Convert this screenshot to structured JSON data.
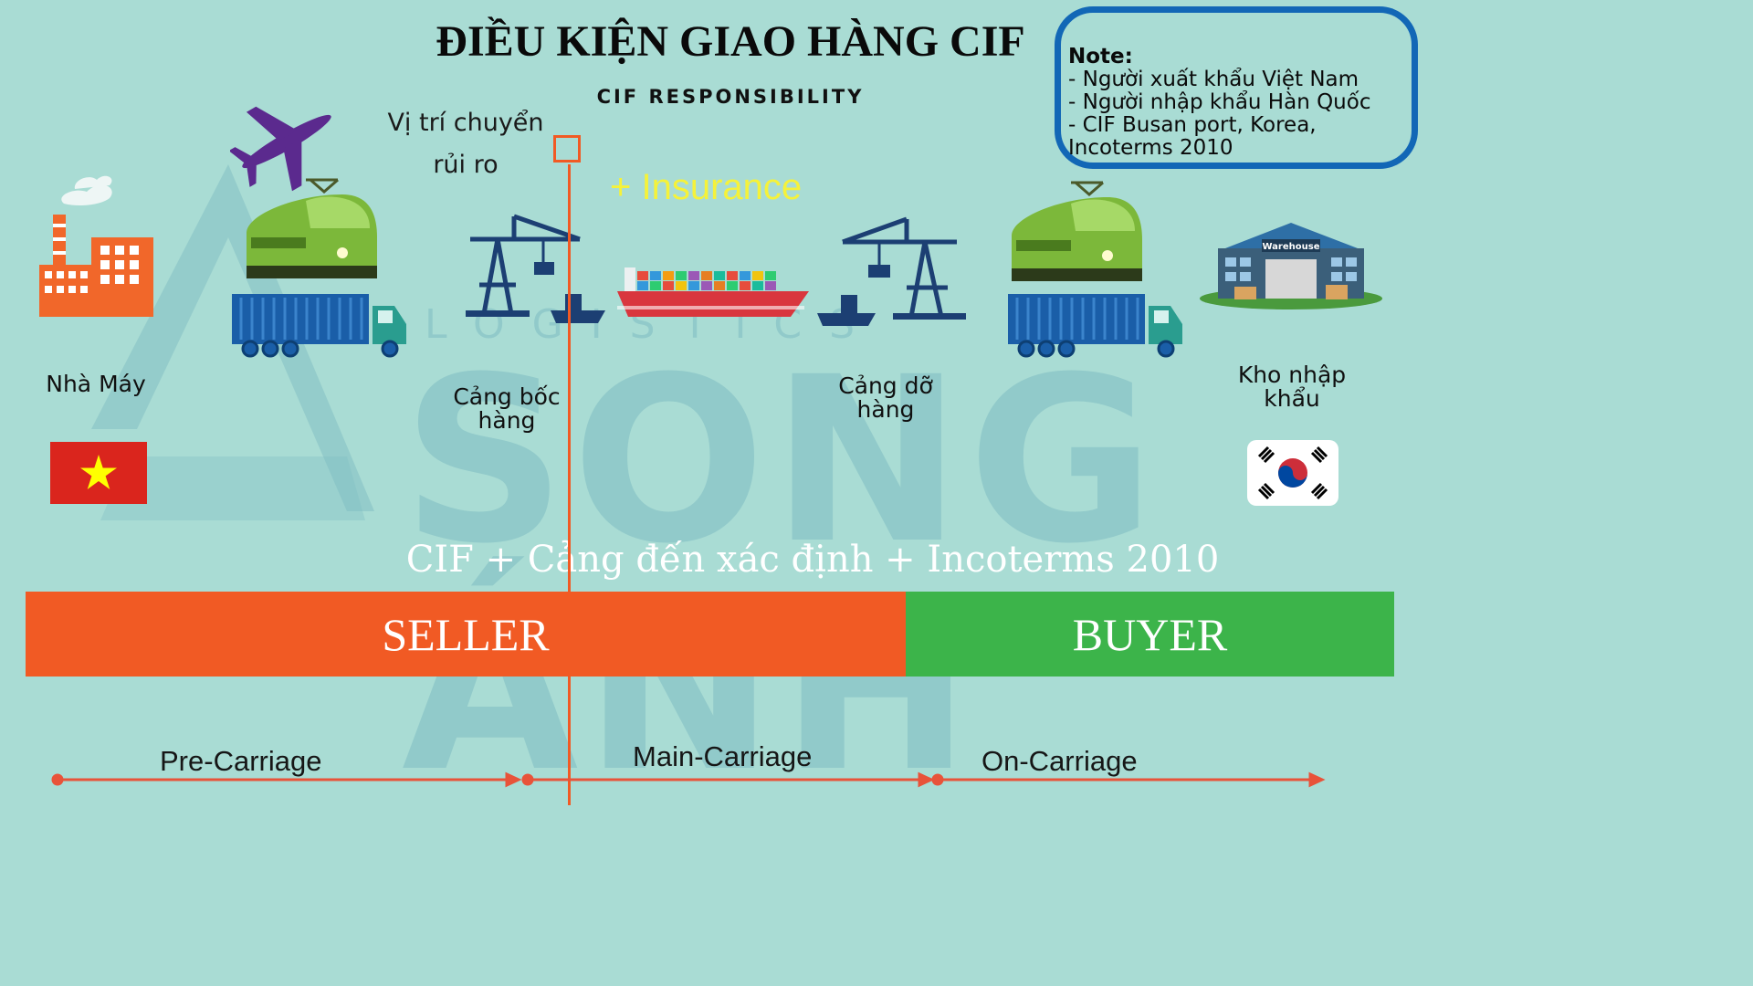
{
  "title": "ĐIỀU KIỆN GIAO HÀNG CIF",
  "subtitle": "CIF RESPONSIBILITY",
  "watermark": {
    "brand": "SONG ÁNH",
    "tagline": "LOGISTICS"
  },
  "note": {
    "heading": "Note:",
    "lines": [
      "- Người xuất khẩu Việt Nam",
      "- Người nhập khẩu Hàn Quốc",
      "- CIF Busan port, Korea,",
      "Incoterms 2010"
    ]
  },
  "risk_transfer": {
    "line1": "Vị trí chuyển",
    "line2": "rủi ro"
  },
  "insurance": "+ Insurance",
  "locations": {
    "factory": "Nhà Máy",
    "loading_port_line1": "Cảng bốc",
    "loading_port_line2": "hàng",
    "discharge_port_line1": "Cảng dỡ",
    "discharge_port_line2": "hàng",
    "import_warehouse_line1": "Kho nhập",
    "import_warehouse_line2": "khẩu"
  },
  "warehouse_sign": "Warehouse",
  "cif_formula": "CIF + Cảng đến xác định + Incoterms 2010",
  "parties": {
    "seller": "SELLER",
    "buyer": "BUYER"
  },
  "carriage": {
    "pre": "Pre-Carriage",
    "main": "Main-Carriage",
    "on": "On-Carriage"
  },
  "colors": {
    "background": "#a9dcd4",
    "seller": "#f15a24",
    "buyer": "#3cb44a",
    "note_border": "#1267b6",
    "insurance": "#f5f23a",
    "crane": "#1c3f73"
  },
  "icons": [
    "factory-icon",
    "airplane-icon",
    "train-icon",
    "truck-icon",
    "crane-icon",
    "ship-icon",
    "warehouse-icon",
    "vietnam-flag-icon",
    "korea-flag-icon"
  ]
}
